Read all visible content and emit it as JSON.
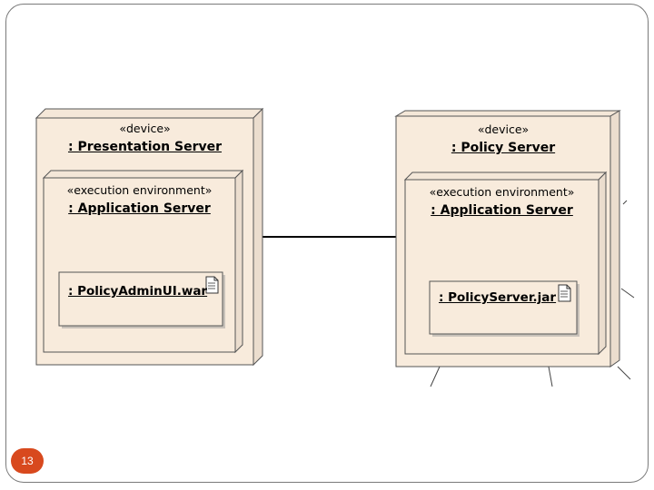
{
  "diagram": {
    "presentation_device": {
      "stereotype": "«device»",
      "name": ": Presentation Server",
      "environment": {
        "stereotype": "«execution environment»",
        "name": ": Application Server",
        "artifact": ": PolicyAdminUI.war"
      }
    },
    "policy_device": {
      "stereotype": "«device»",
      "name": ": Policy Server",
      "environment": {
        "stereotype": "«execution environment»",
        "name": ": Application Server",
        "artifact": ": PolicyServer.jar"
      }
    }
  },
  "slide_number": "13",
  "colors": {
    "node_fill": "#f8ebdc",
    "node_side": "#ebddce",
    "node_top": "#f4e7d8",
    "artifact_fill": "#f8ebdc",
    "badge": "#d8491e",
    "frame_border": "#7a7a7a"
  }
}
